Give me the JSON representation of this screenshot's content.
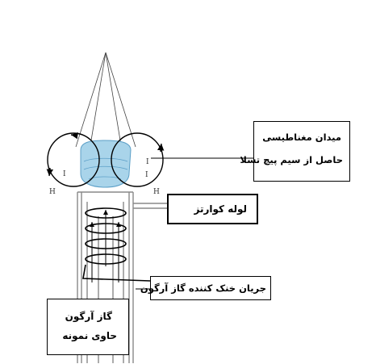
{
  "labels": {
    "magnetic_field_line1": "میدان مغناطیسی",
    "magnetic_field_line2": "حاصل از سیم پیچ تسلا",
    "quartz_tube": "لوله کوارتز",
    "argon_cooling": "جریان خنک کننده گاز آرگون",
    "argon_sample_line1": "گاز آرگون",
    "argon_sample_line2": "حاوی نمونه"
  },
  "symbols": {
    "i_left": "I",
    "i_right1": "I",
    "i_right2": "I",
    "h_left": "H",
    "h_right": "H"
  },
  "colors": {
    "plasma": "#a9d4ea",
    "plasma_edge": "#5b9fc7",
    "line": "#000000",
    "tube": "#888888"
  }
}
